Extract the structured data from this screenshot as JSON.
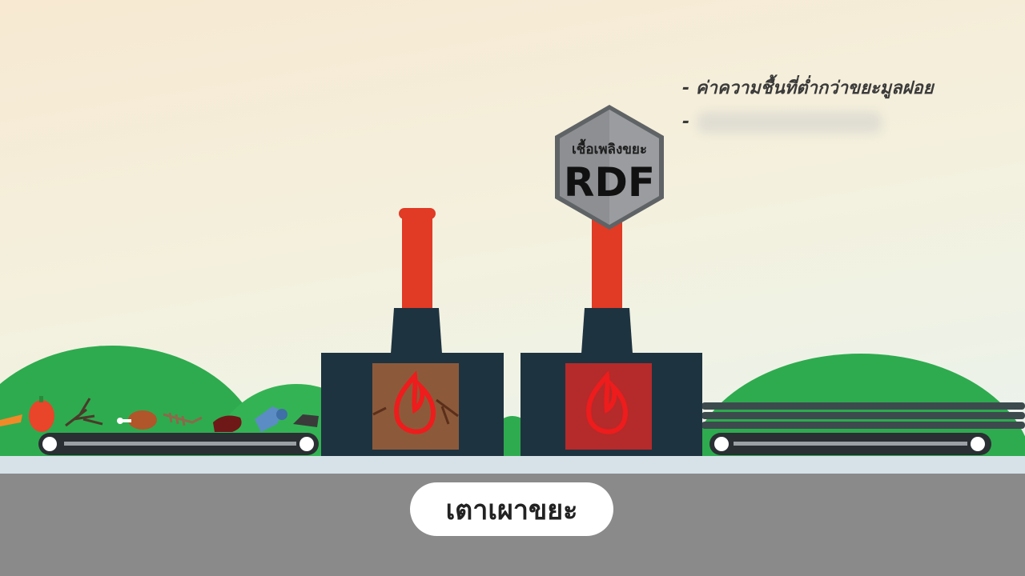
{
  "notes": {
    "line1": "- ค่าความชื้นที่ต่ำกว่าขยะมูลฝอย",
    "line2_dash": "-"
  },
  "badge": {
    "small_text": "เชื้อเพลิงขยะ",
    "big_text": "RDF"
  },
  "caption": "เตาเผาขยะ",
  "colors": {
    "sky_top": "#f6ecd6",
    "sky_bottom": "#eef4e6",
    "hill": "#2eab4f",
    "ground": "#8a8a8a",
    "road": "#d6e2e8",
    "factory": "#1e3340",
    "chimney": "#e13a25",
    "badge": "#8d8f92",
    "fire": "#ee1c1c"
  }
}
